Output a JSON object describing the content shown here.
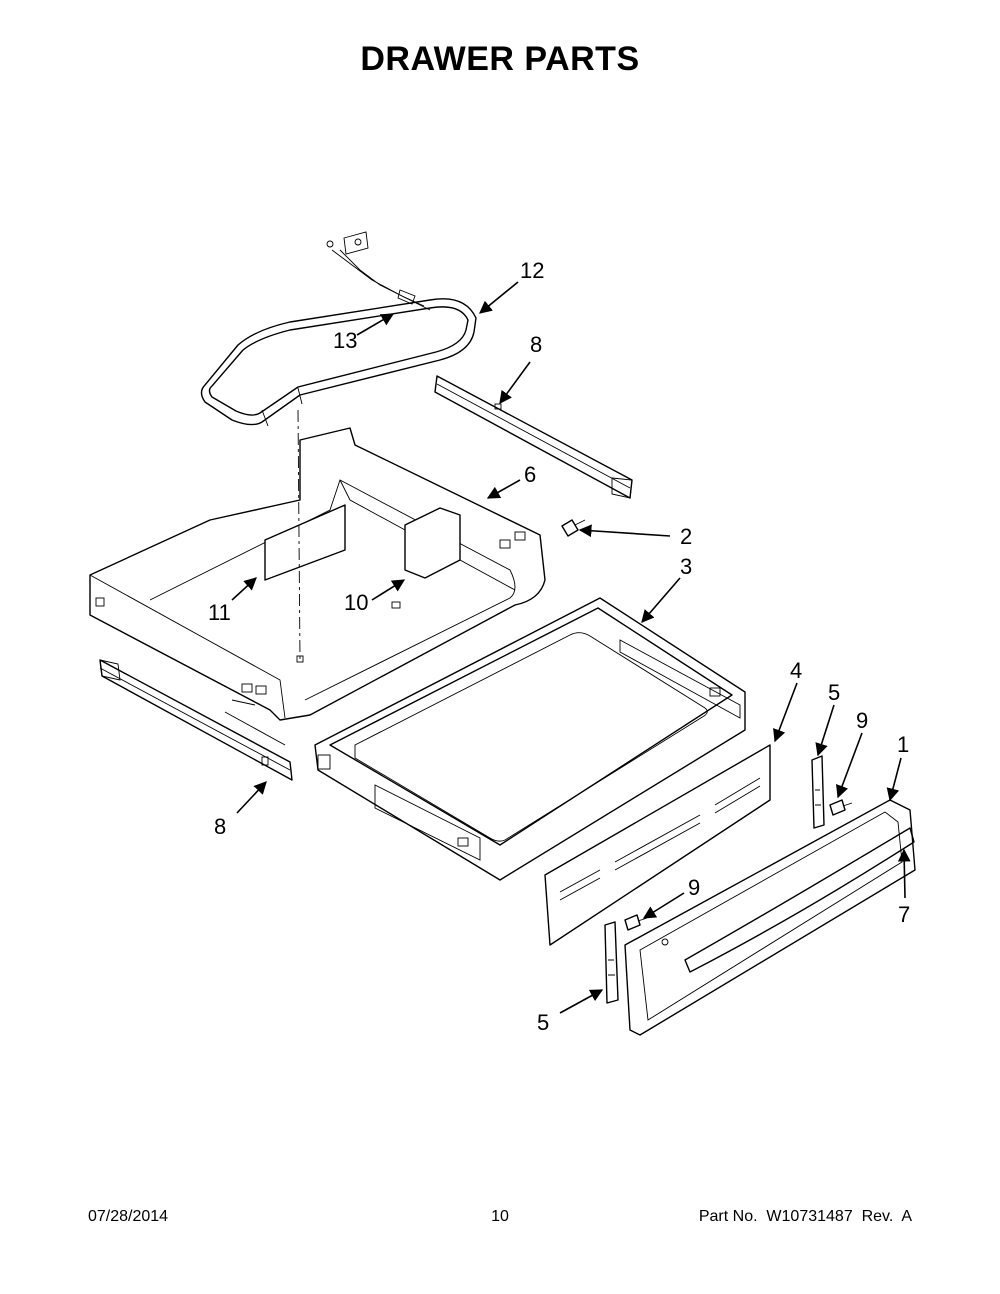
{
  "title": "DRAWER PARTS",
  "callouts": {
    "c12": "12",
    "c13": "13",
    "c8a": "8",
    "c6": "6",
    "c2": "2",
    "c3": "3",
    "c11": "11",
    "c10": "10",
    "c8b": "8",
    "c4": "4",
    "c5a": "5",
    "c9a": "9",
    "c1": "1",
    "c7": "7",
    "c9b": "9",
    "c5b": "5"
  },
  "footer": {
    "date": "07/28/2014",
    "page": "10",
    "part": "Part No.  W10731487  Rev.  A"
  }
}
